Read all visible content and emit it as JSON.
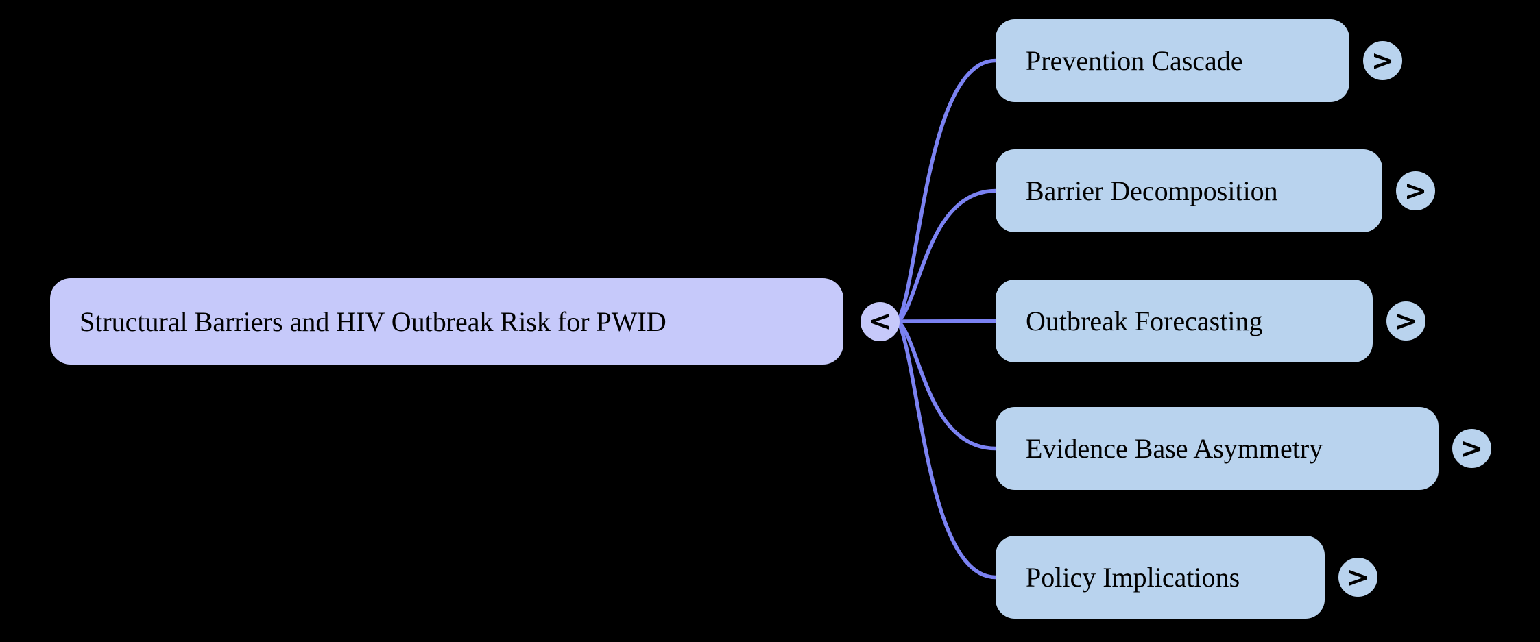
{
  "colors": {
    "background": "#000000",
    "root_node_fill": "#c6c9fa",
    "child_node_fill": "#b9d3ee",
    "link_stroke": "#7b82f2",
    "node_text": "#000000"
  },
  "mindmap": {
    "root": {
      "label": "Structural Barriers and HIV Outbreak Risk for PWID",
      "collapse_glyph": "<"
    },
    "children": [
      {
        "label": "Prevention Cascade",
        "expand_glyph": ">"
      },
      {
        "label": "Barrier Decomposition",
        "expand_glyph": ">"
      },
      {
        "label": "Outbreak Forecasting",
        "expand_glyph": ">"
      },
      {
        "label": "Evidence Base Asymmetry",
        "expand_glyph": ">"
      },
      {
        "label": "Policy Implications",
        "expand_glyph": ">"
      }
    ]
  }
}
